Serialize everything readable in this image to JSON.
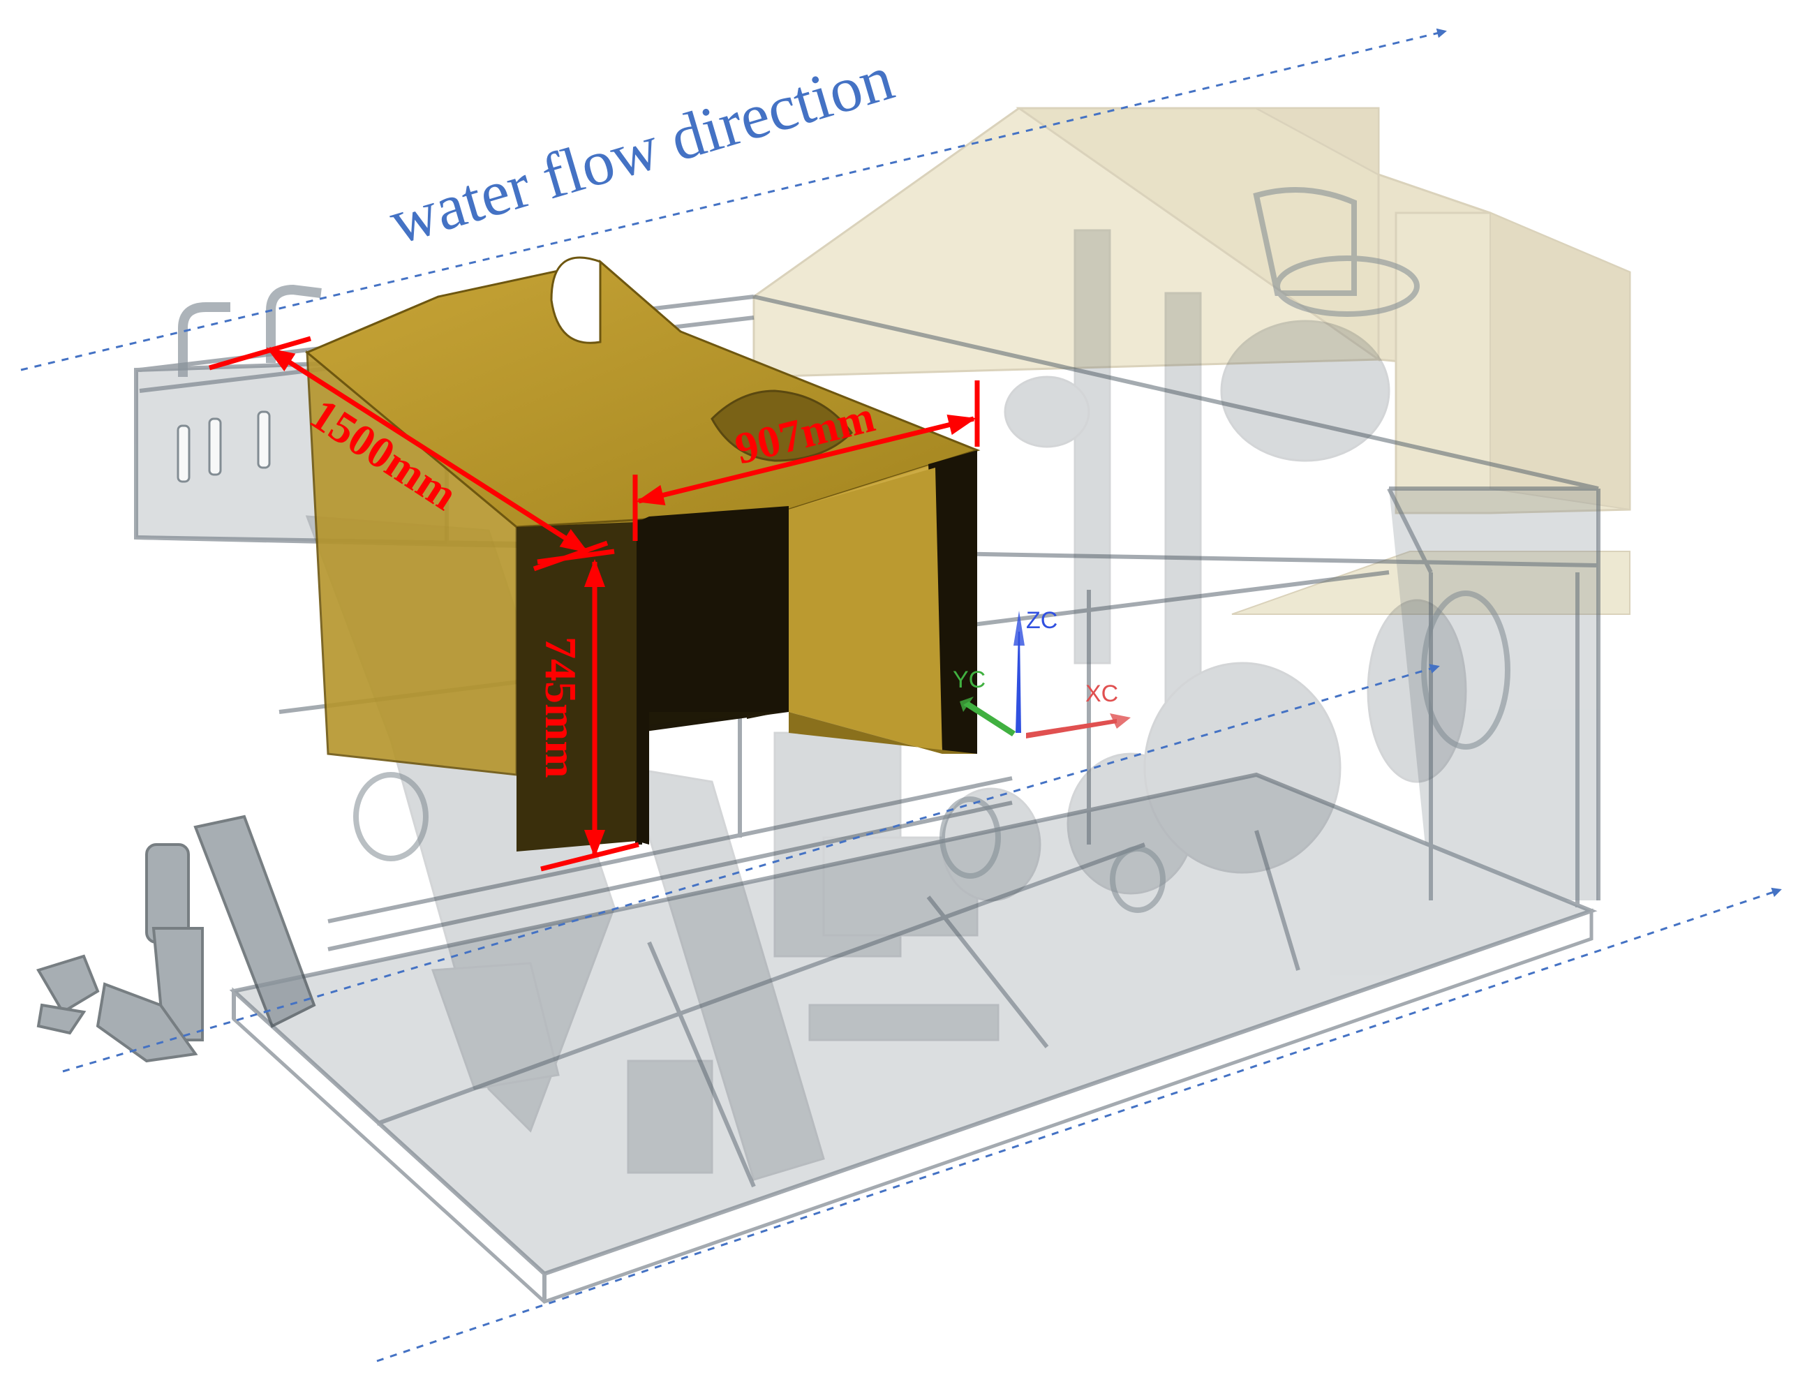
{
  "title": "water flow direction",
  "dimensions": {
    "length": "1500mm",
    "width": "907mm",
    "height": "745mm"
  },
  "axes": {
    "x": "XC",
    "y": "YC",
    "z": "ZC"
  },
  "colors": {
    "flow_arrow": "#4472c4",
    "dimension": "#ff0000",
    "buoyancy_block": "#a88c22",
    "frame": "#5a6670",
    "tank": "#d8ccA0",
    "axis_x": "#e05050",
    "axis_y": "#40b040",
    "axis_z": "#3050e0"
  }
}
